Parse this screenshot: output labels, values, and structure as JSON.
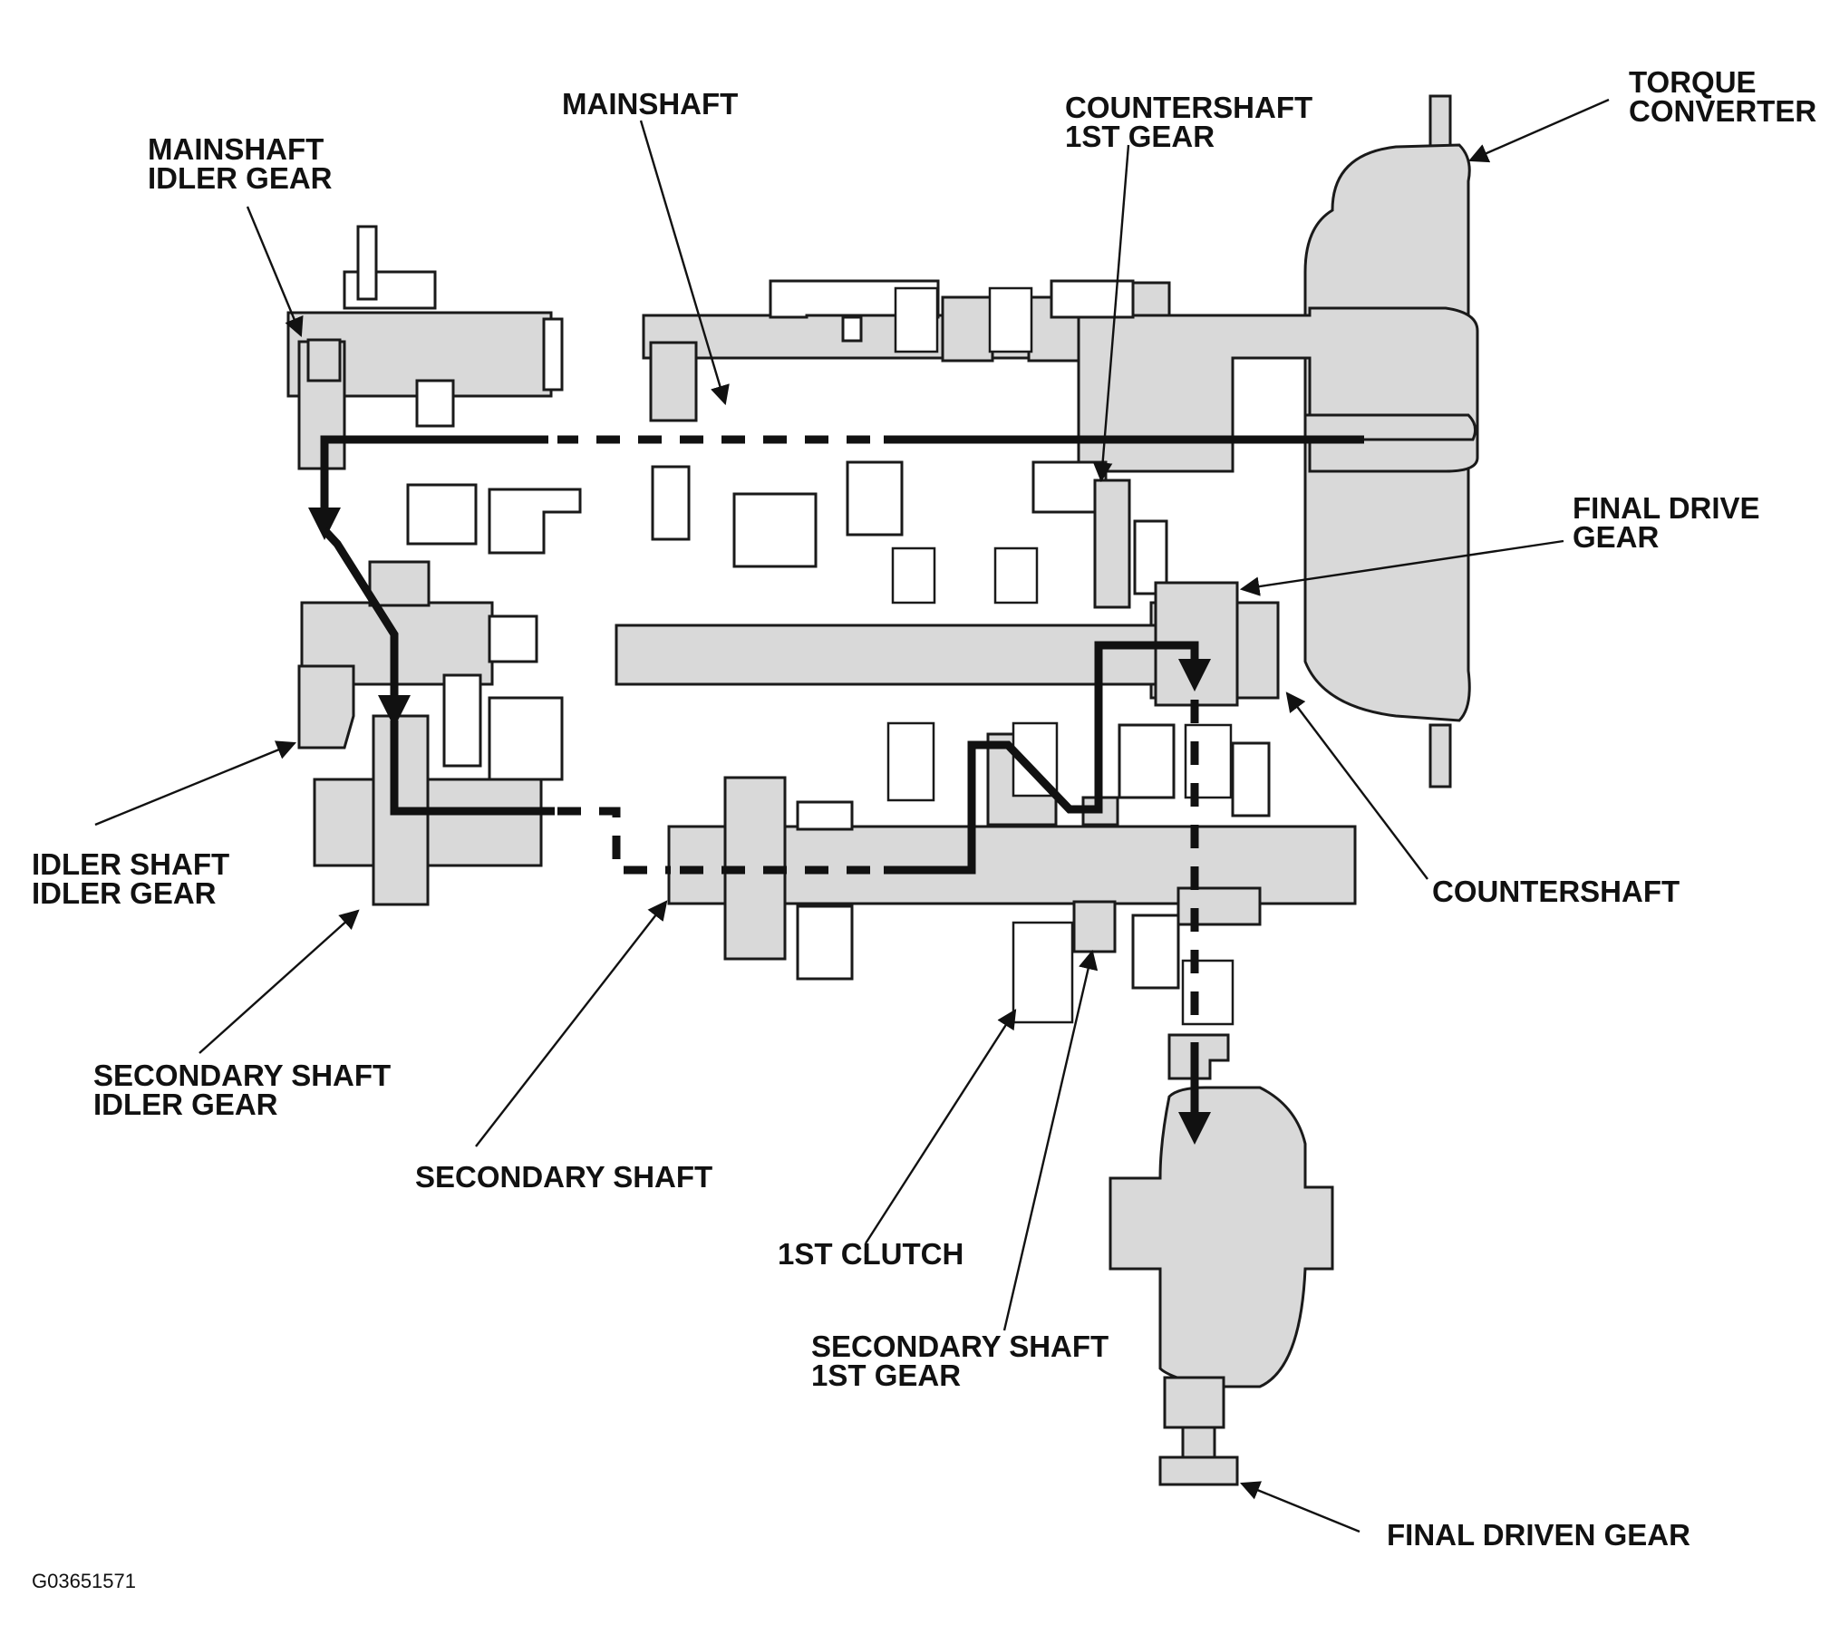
{
  "labels": {
    "torque_converter_1": "TORQUE",
    "torque_converter_2": "CONVERTER",
    "mainshaft": "MAINSHAFT",
    "countershaft_1st_gear_1": "COUNTERSHAFT",
    "countershaft_1st_gear_2": "1ST GEAR",
    "mainshaft_idler_gear_1": "MAINSHAFT",
    "mainshaft_idler_gear_2": "IDLER GEAR",
    "final_drive_gear_1": "FINAL DRIVE",
    "final_drive_gear_2": "GEAR",
    "idler_shaft_idler_gear_1": "IDLER SHAFT",
    "idler_shaft_idler_gear_2": "IDLER GEAR",
    "countershaft": "COUNTERSHAFT",
    "secondary_shaft_idler_gear_1": "SECONDARY SHAFT",
    "secondary_shaft_idler_gear_2": "IDLER GEAR",
    "secondary_shaft": "SECONDARY SHAFT",
    "first_clutch": "1ST CLUTCH",
    "secondary_shaft_1st_gear_1": "SECONDARY SHAFT",
    "secondary_shaft_1st_gear_2": "1ST GEAR",
    "final_driven_gear": "FINAL DRIVEN GEAR"
  },
  "figure_code": "G03651571"
}
